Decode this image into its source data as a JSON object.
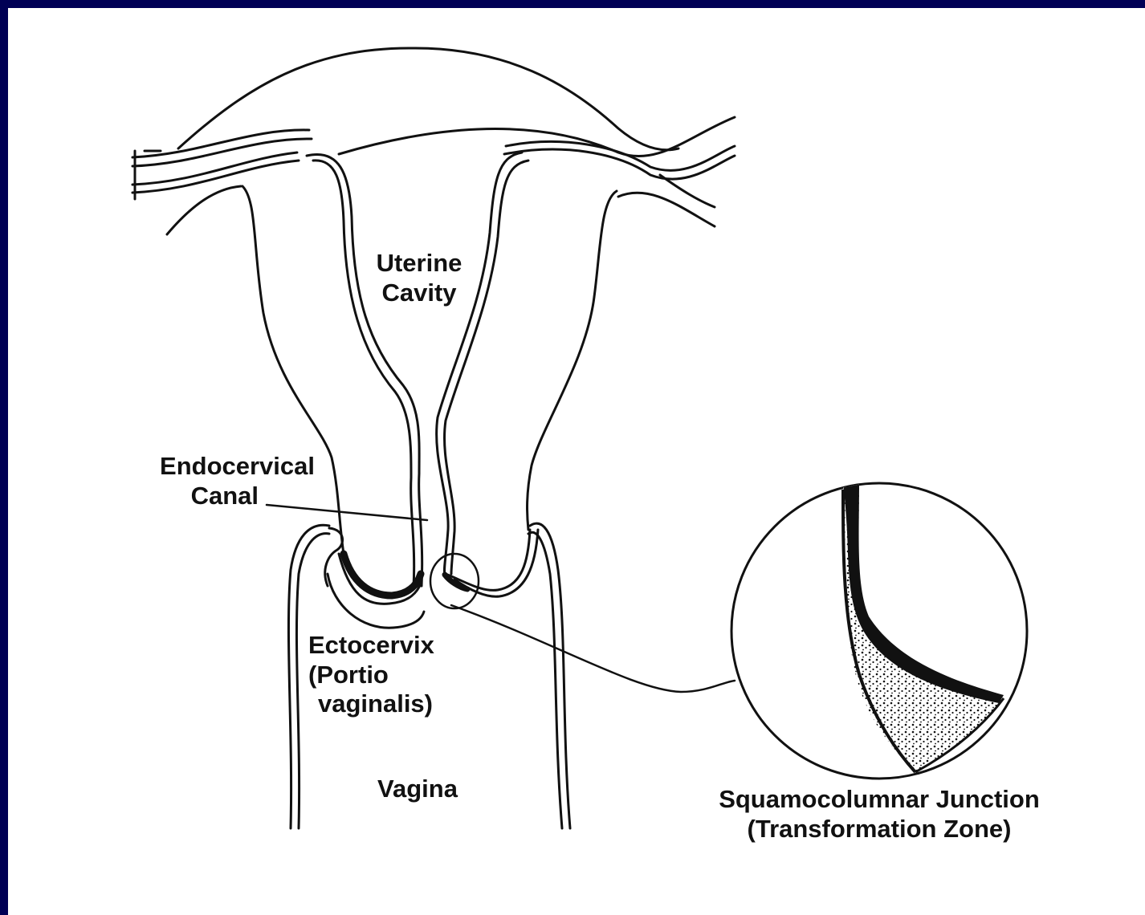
{
  "colors": {
    "frame": "#000055",
    "background": "#ffffff",
    "ink": "#111111"
  },
  "labels": {
    "uterine_cavity": [
      "Uterine",
      "Cavity"
    ],
    "endocervical_canal": [
      "Endocervical",
      "Canal"
    ],
    "ectocervix": [
      "Ectocervix",
      "(Portio",
      "vaginalis)"
    ],
    "vagina": "Vagina",
    "squamocolumnar_junction": [
      "Squamocolumnar Junction",
      "(Transformation Zone)"
    ]
  }
}
